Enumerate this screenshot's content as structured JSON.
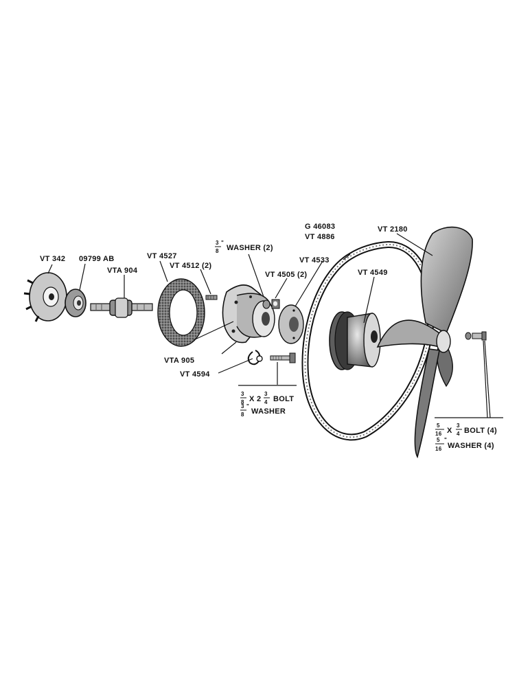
{
  "labels": {
    "vt342": "VT 342",
    "p09799ab": "09799 AB",
    "vta904": "VTA 904",
    "vt4527": "VT 4527",
    "vt4512": "VT 4512 (2)",
    "washer2_num": "3",
    "washer2_den": "8",
    "washer2_unit": "\"",
    "washer2_text": "WASHER (2)",
    "vt4505": "VT 4505 (2)",
    "vt4533": "VT 4533",
    "g46083": "G 46083",
    "vt4886": "VT 4886",
    "vt2180": "VT 2180",
    "vt4549": "VT 4549",
    "vta905": "VTA 905",
    "vt4594": "VT 4594",
    "bolt1_a_num": "3",
    "bolt1_a_den": "8",
    "bolt1_x": "X 2",
    "bolt1_b_num": "3",
    "bolt1_b_den": "4",
    "bolt1_text": "BOLT",
    "washer1_num": "3",
    "washer1_den": "8",
    "washer1_unit": "\"",
    "washer1_text": "WASHER",
    "bolt4_a_num": "5",
    "bolt4_a_den": "16",
    "bolt4_x": "X",
    "bolt4_b_num": "3",
    "bolt4_b_den": "4",
    "bolt4_text": "BOLT (4)",
    "washer4_num": "5",
    "washer4_den": "16",
    "washer4_unit": "\"",
    "washer4_text": "WASHER (4)"
  },
  "colors": {
    "ink": "#111111",
    "gray": "#8a8a8a",
    "light": "#d0d0d0",
    "paper": "#ffffff"
  }
}
